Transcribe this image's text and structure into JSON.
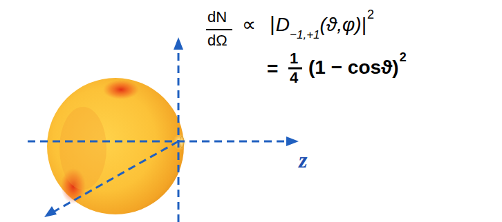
{
  "diagram": {
    "labels": [
      "dN",
      "dΩ",
      "∝",
      "|",
      "D",
      "−1,+1",
      "(ϑ,φ)|",
      "2",
      "=",
      "1",
      "4",
      "(1 − cosϑ)",
      "2",
      "z"
    ]
  }
}
